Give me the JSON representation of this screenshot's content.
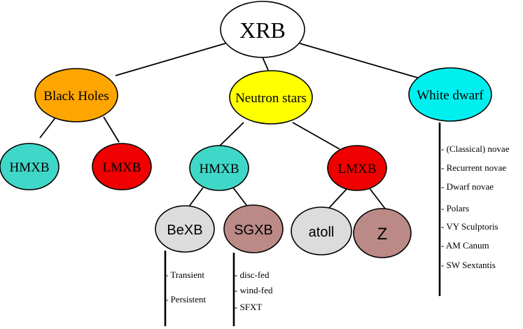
{
  "diagram": {
    "root": {
      "label": "XRB",
      "color": "#ffffff"
    },
    "black_holes": {
      "label": "Black Holes",
      "color": "#ffa500"
    },
    "neutron_stars": {
      "label": "Neutron stars",
      "color": "#ffff00"
    },
    "white_dwarf": {
      "label": "White dwarf",
      "color": "#00f0f0"
    },
    "bh_hmxb": {
      "label": "HMXB",
      "color": "#3fd8c8"
    },
    "bh_lmxb": {
      "label": "LMXB",
      "color": "#f00000"
    },
    "ns_hmxb": {
      "label": "HMXB",
      "color": "#3fd8c8"
    },
    "ns_lmxb": {
      "label": "LMXB",
      "color": "#f00000"
    },
    "bexb": {
      "label": "BeXB",
      "color": "#dcdcdc"
    },
    "sgxb": {
      "label": "SGXB",
      "color": "#bc8a86"
    },
    "atoll": {
      "label": "atoll",
      "color": "#dcdcdc"
    },
    "z": {
      "label": "Z",
      "color": "#bc8a86"
    },
    "bexb_list": [
      "- Transient",
      "- Persistent"
    ],
    "sgxb_list": [
      "- disc-fed",
      "- wind-fed",
      "- SFXT"
    ],
    "wd_list": [
      "- (Classical) novae",
      "- Recurrent novae",
      "- Dwarf novae",
      "- Polars",
      "- VY Sculptoris",
      "- AM Canum",
      "- SW Sextantis"
    ]
  }
}
